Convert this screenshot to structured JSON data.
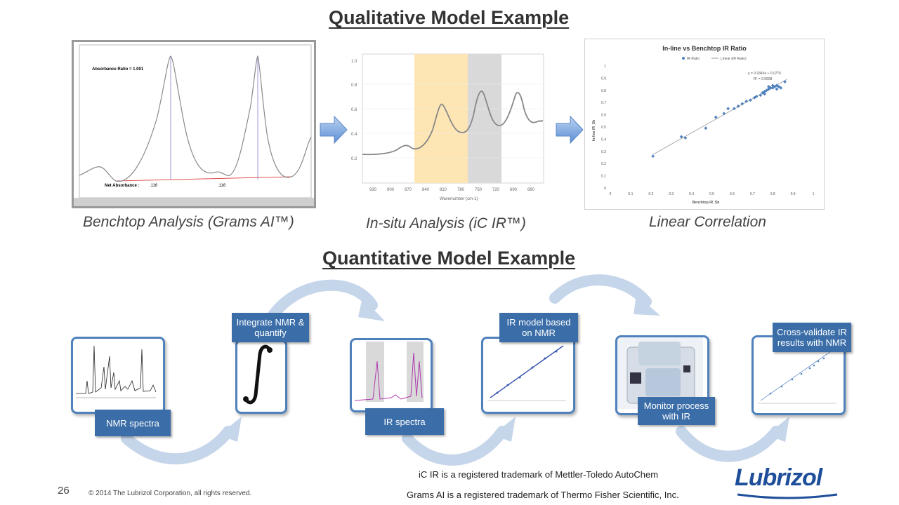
{
  "qualitative": {
    "heading": "Qualitative Model Example",
    "captions": [
      "Benchtop Analysis (Grams AI™)",
      "In-situ Analysis (iC IR™)",
      "Linear Correlation"
    ],
    "grams_chart": {
      "absorbance_ratio": "Absorbance Ratio = 1.001",
      "net_absorbance": "Net Absorbance :",
      "val1": ".116",
      "val2": ".116"
    },
    "icir_chart": {
      "xlabel": "Wavenumber (cm-1)"
    }
  },
  "quantitative": {
    "heading": "Quantitative Model Example",
    "steps": [
      {
        "label": "NMR spectra"
      },
      {
        "label": "Integrate NMR &\nquantify"
      },
      {
        "label": "IR spectra"
      },
      {
        "label": "IR model based\non NMR"
      },
      {
        "label": "Monitor process\nwith IR"
      },
      {
        "label": "Cross-validate IR\nresults with NMR"
      }
    ]
  },
  "chart_data": {
    "type": "scatter",
    "title": "In-line vs Benchtop IR Ratio",
    "xlabel": "Benchtop IR_Sb",
    "ylabel": "In-line IR_Sb",
    "legend": [
      "IR Ratio",
      "Linear (IR Ratio)"
    ],
    "legend_position": "top",
    "equation": "y = 0.9345x + 0.0776",
    "r2": "R² = 0.9908",
    "xlim": [
      0,
      1
    ],
    "ylim": [
      0,
      1
    ],
    "xticks": [
      "0",
      "0.1",
      "0.2",
      "0.3",
      "0.4",
      "0.5",
      "0.6",
      "0.7",
      "0.8",
      "0.9",
      "1"
    ],
    "yticks": [
      "0",
      "0.1",
      "0.2",
      "0.3",
      "0.4",
      "0.5",
      "0.6",
      "0.7",
      "0.8",
      "0.9",
      "1"
    ],
    "points": [
      [
        0.21,
        0.26
      ],
      [
        0.35,
        0.42
      ],
      [
        0.37,
        0.41
      ],
      [
        0.47,
        0.49
      ],
      [
        0.52,
        0.58
      ],
      [
        0.56,
        0.61
      ],
      [
        0.58,
        0.65
      ],
      [
        0.61,
        0.65
      ],
      [
        0.63,
        0.67
      ],
      [
        0.65,
        0.69
      ],
      [
        0.67,
        0.71
      ],
      [
        0.69,
        0.72
      ],
      [
        0.71,
        0.74
      ],
      [
        0.72,
        0.75
      ],
      [
        0.74,
        0.76
      ],
      [
        0.75,
        0.78
      ],
      [
        0.76,
        0.79
      ],
      [
        0.77,
        0.8
      ],
      [
        0.78,
        0.81
      ],
      [
        0.79,
        0.82
      ],
      [
        0.8,
        0.82
      ],
      [
        0.81,
        0.83
      ],
      [
        0.82,
        0.84
      ],
      [
        0.83,
        0.83
      ],
      [
        0.84,
        0.82
      ],
      [
        0.86,
        0.87
      ],
      [
        0.78,
        0.83
      ],
      [
        0.8,
        0.84
      ],
      [
        0.82,
        0.81
      ],
      [
        0.76,
        0.77
      ]
    ],
    "fit": {
      "slope": 0.9345,
      "intercept": 0.0776,
      "x_range": [
        0.21,
        0.87
      ]
    }
  },
  "footer": {
    "page_number": "26",
    "copyright": "© 2014 The Lubrizol Corporation, all rights reserved.",
    "trademark1": "iC IR is a registered trademark of Mettler-Toledo AutoChem",
    "trademark2": "Grams AI is a registered trademark of Thermo Fisher Scientific, Inc.",
    "logo": "Lubrizol"
  },
  "colors": {
    "accent": "#4f81bd",
    "label_bg": "#3b6ea8",
    "arrow": "#b4c7e7",
    "yellow_band": "#fde6b4",
    "gray_band": "#d9d9d9"
  }
}
